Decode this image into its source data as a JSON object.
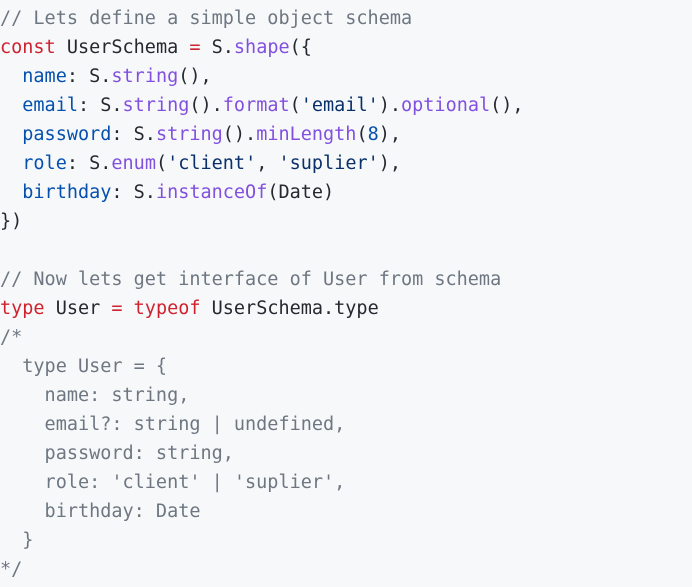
{
  "code": {
    "language": "typescript",
    "colors": {
      "background": "#f6f8fa",
      "plain": "#24292f",
      "comment": "#6e7781",
      "keyword": "#cf222e",
      "entity": "#8250df",
      "constant": "#0550ae",
      "string": "#0a3069"
    },
    "lines": [
      [
        {
          "t": "// Lets define a simple object schema",
          "c": "comment"
        }
      ],
      [
        {
          "t": "const",
          "c": "keyword"
        },
        {
          "t": " UserSchema ",
          "c": "plain"
        },
        {
          "t": "=",
          "c": "keyword"
        },
        {
          "t": " S.",
          "c": "plain"
        },
        {
          "t": "shape",
          "c": "entity"
        },
        {
          "t": "({",
          "c": "plain"
        }
      ],
      [
        {
          "t": "  ",
          "c": "plain"
        },
        {
          "t": "name",
          "c": "constant"
        },
        {
          "t": ": S.",
          "c": "plain"
        },
        {
          "t": "string",
          "c": "entity"
        },
        {
          "t": "(),",
          "c": "plain"
        }
      ],
      [
        {
          "t": "  ",
          "c": "plain"
        },
        {
          "t": "email",
          "c": "constant"
        },
        {
          "t": ": S.",
          "c": "plain"
        },
        {
          "t": "string",
          "c": "entity"
        },
        {
          "t": "().",
          "c": "plain"
        },
        {
          "t": "format",
          "c": "entity"
        },
        {
          "t": "(",
          "c": "plain"
        },
        {
          "t": "'email'",
          "c": "string"
        },
        {
          "t": ").",
          "c": "plain"
        },
        {
          "t": "optional",
          "c": "entity"
        },
        {
          "t": "(),",
          "c": "plain"
        }
      ],
      [
        {
          "t": "  ",
          "c": "plain"
        },
        {
          "t": "password",
          "c": "constant"
        },
        {
          "t": ": S.",
          "c": "plain"
        },
        {
          "t": "string",
          "c": "entity"
        },
        {
          "t": "().",
          "c": "plain"
        },
        {
          "t": "minLength",
          "c": "entity"
        },
        {
          "t": "(",
          "c": "plain"
        },
        {
          "t": "8",
          "c": "constant"
        },
        {
          "t": "),",
          "c": "plain"
        }
      ],
      [
        {
          "t": "  ",
          "c": "plain"
        },
        {
          "t": "role",
          "c": "constant"
        },
        {
          "t": ": S.",
          "c": "plain"
        },
        {
          "t": "enum",
          "c": "entity"
        },
        {
          "t": "(",
          "c": "plain"
        },
        {
          "t": "'client'",
          "c": "string"
        },
        {
          "t": ", ",
          "c": "plain"
        },
        {
          "t": "'suplier'",
          "c": "string"
        },
        {
          "t": "),",
          "c": "plain"
        }
      ],
      [
        {
          "t": "  ",
          "c": "plain"
        },
        {
          "t": "birthday",
          "c": "constant"
        },
        {
          "t": ": S.",
          "c": "plain"
        },
        {
          "t": "instanceOf",
          "c": "entity"
        },
        {
          "t": "(Date)",
          "c": "plain"
        }
      ],
      [
        {
          "t": "})",
          "c": "plain"
        }
      ],
      [
        {
          "t": "",
          "c": "plain"
        }
      ],
      [
        {
          "t": "// Now lets get interface of User from schema",
          "c": "comment"
        }
      ],
      [
        {
          "t": "type",
          "c": "keyword"
        },
        {
          "t": " User ",
          "c": "plain"
        },
        {
          "t": "=",
          "c": "keyword"
        },
        {
          "t": " ",
          "c": "plain"
        },
        {
          "t": "typeof",
          "c": "keyword"
        },
        {
          "t": " UserSchema.type",
          "c": "plain"
        }
      ],
      [
        {
          "t": "/*",
          "c": "comment"
        }
      ],
      [
        {
          "t": "  type User = {",
          "c": "comment"
        }
      ],
      [
        {
          "t": "    name: string,",
          "c": "comment"
        }
      ],
      [
        {
          "t": "    email?: string | undefined,",
          "c": "comment"
        }
      ],
      [
        {
          "t": "    password: string,",
          "c": "comment"
        }
      ],
      [
        {
          "t": "    role: 'client' | 'suplier',",
          "c": "comment"
        }
      ],
      [
        {
          "t": "    birthday: Date",
          "c": "comment"
        }
      ],
      [
        {
          "t": "  }",
          "c": "comment"
        }
      ],
      [
        {
          "t": "*/",
          "c": "comment"
        }
      ]
    ]
  }
}
